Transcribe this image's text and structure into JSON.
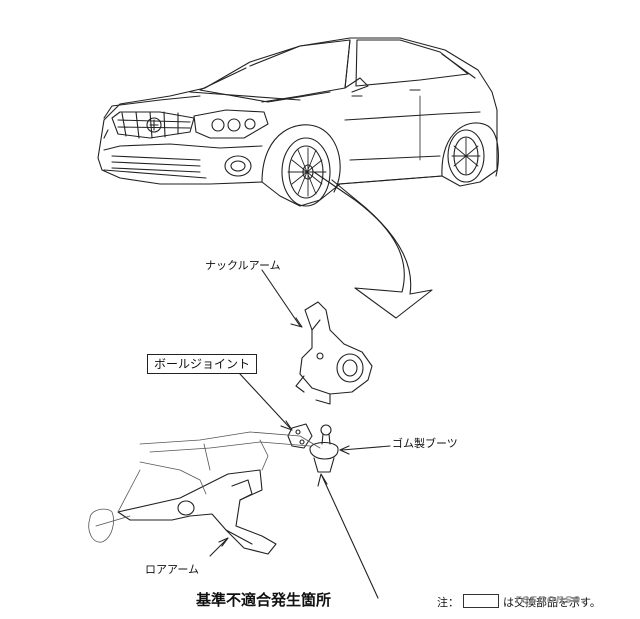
{
  "labels": {
    "knuckle_arm": "ナックルアーム",
    "ball_joint": "ボールジョイント",
    "rubber_boot": "ゴム製ブーツ",
    "lower_arm": "ロアアーム",
    "defect_location": "基準不適合発生箇所"
  },
  "note": {
    "prefix": "注：",
    "suffix": "は交換部品を示す。"
  },
  "watermark": {
    "text": "response."
  },
  "icons": {
    "logo": "watermark-logo"
  }
}
